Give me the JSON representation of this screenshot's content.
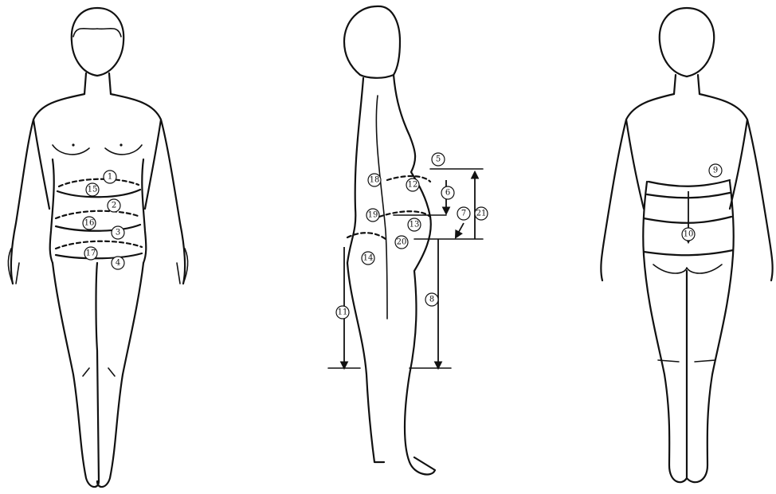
{
  "figure": {
    "views": [
      "front",
      "side",
      "back"
    ],
    "markers": [
      {
        "id": "m1",
        "label": "1"
      },
      {
        "id": "m2",
        "label": "2"
      },
      {
        "id": "m3",
        "label": "3"
      },
      {
        "id": "m4",
        "label": "4"
      },
      {
        "id": "m5",
        "label": "5"
      },
      {
        "id": "m6",
        "label": "6"
      },
      {
        "id": "m7",
        "label": "7"
      },
      {
        "id": "m8",
        "label": "8"
      },
      {
        "id": "m9",
        "label": "9"
      },
      {
        "id": "m10",
        "label": "10"
      },
      {
        "id": "m11",
        "label": "11"
      },
      {
        "id": "m12",
        "label": "12"
      },
      {
        "id": "m13",
        "label": "13"
      },
      {
        "id": "m14",
        "label": "14"
      },
      {
        "id": "m15",
        "label": "15"
      },
      {
        "id": "m16",
        "label": "16"
      },
      {
        "id": "m17",
        "label": "17"
      },
      {
        "id": "m18",
        "label": "18"
      },
      {
        "id": "m19",
        "label": "19"
      },
      {
        "id": "m20",
        "label": "20"
      },
      {
        "id": "m21",
        "label": "21"
      }
    ]
  }
}
